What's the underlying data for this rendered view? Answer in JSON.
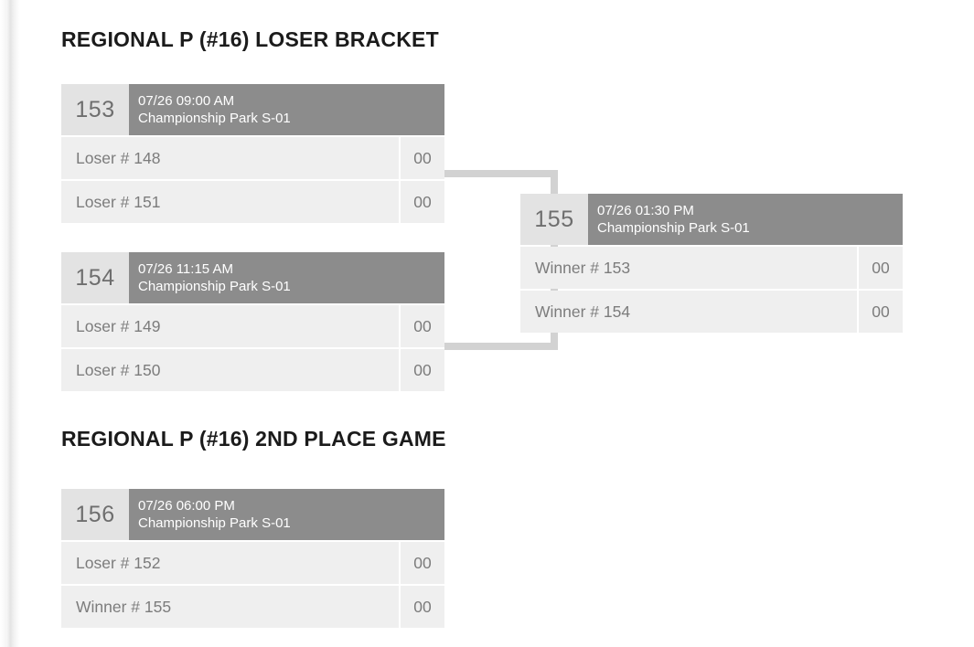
{
  "sections": [
    {
      "id": "loser-bracket",
      "title": "REGIONAL P (#16) LOSER BRACKET"
    },
    {
      "id": "second-place-game",
      "title": "REGIONAL P (#16) 2ND PLACE GAME"
    }
  ],
  "games": {
    "g153": {
      "number": "153",
      "time": "07/26 09:00 AM",
      "venue": "Championship Park S-01",
      "team1": {
        "name": "Loser # 148",
        "score": "00"
      },
      "team2": {
        "name": "Loser # 151",
        "score": "00"
      }
    },
    "g154": {
      "number": "154",
      "time": "07/26 11:15 AM",
      "venue": "Championship Park S-01",
      "team1": {
        "name": "Loser # 149",
        "score": "00"
      },
      "team2": {
        "name": "Loser # 150",
        "score": "00"
      }
    },
    "g155": {
      "number": "155",
      "time": "07/26 01:30 PM",
      "venue": "Championship Park S-01",
      "team1": {
        "name": "Winner # 153",
        "score": "00"
      },
      "team2": {
        "name": "Winner # 154",
        "score": "00"
      }
    },
    "g156": {
      "number": "156",
      "time": "07/26 06:00 PM",
      "venue": "Championship Park S-01",
      "team1": {
        "name": "Loser # 152",
        "score": "00"
      },
      "team2": {
        "name": "Winner # 155",
        "score": "00"
      }
    }
  },
  "colors": {
    "header_bar": "#8c8c8c",
    "game_number_bg": "#e3e3e3",
    "row_bg": "#efefef",
    "connector": "#d2d2d2",
    "title_text": "#1b1b1b",
    "row_text": "#7c7c7c"
  }
}
